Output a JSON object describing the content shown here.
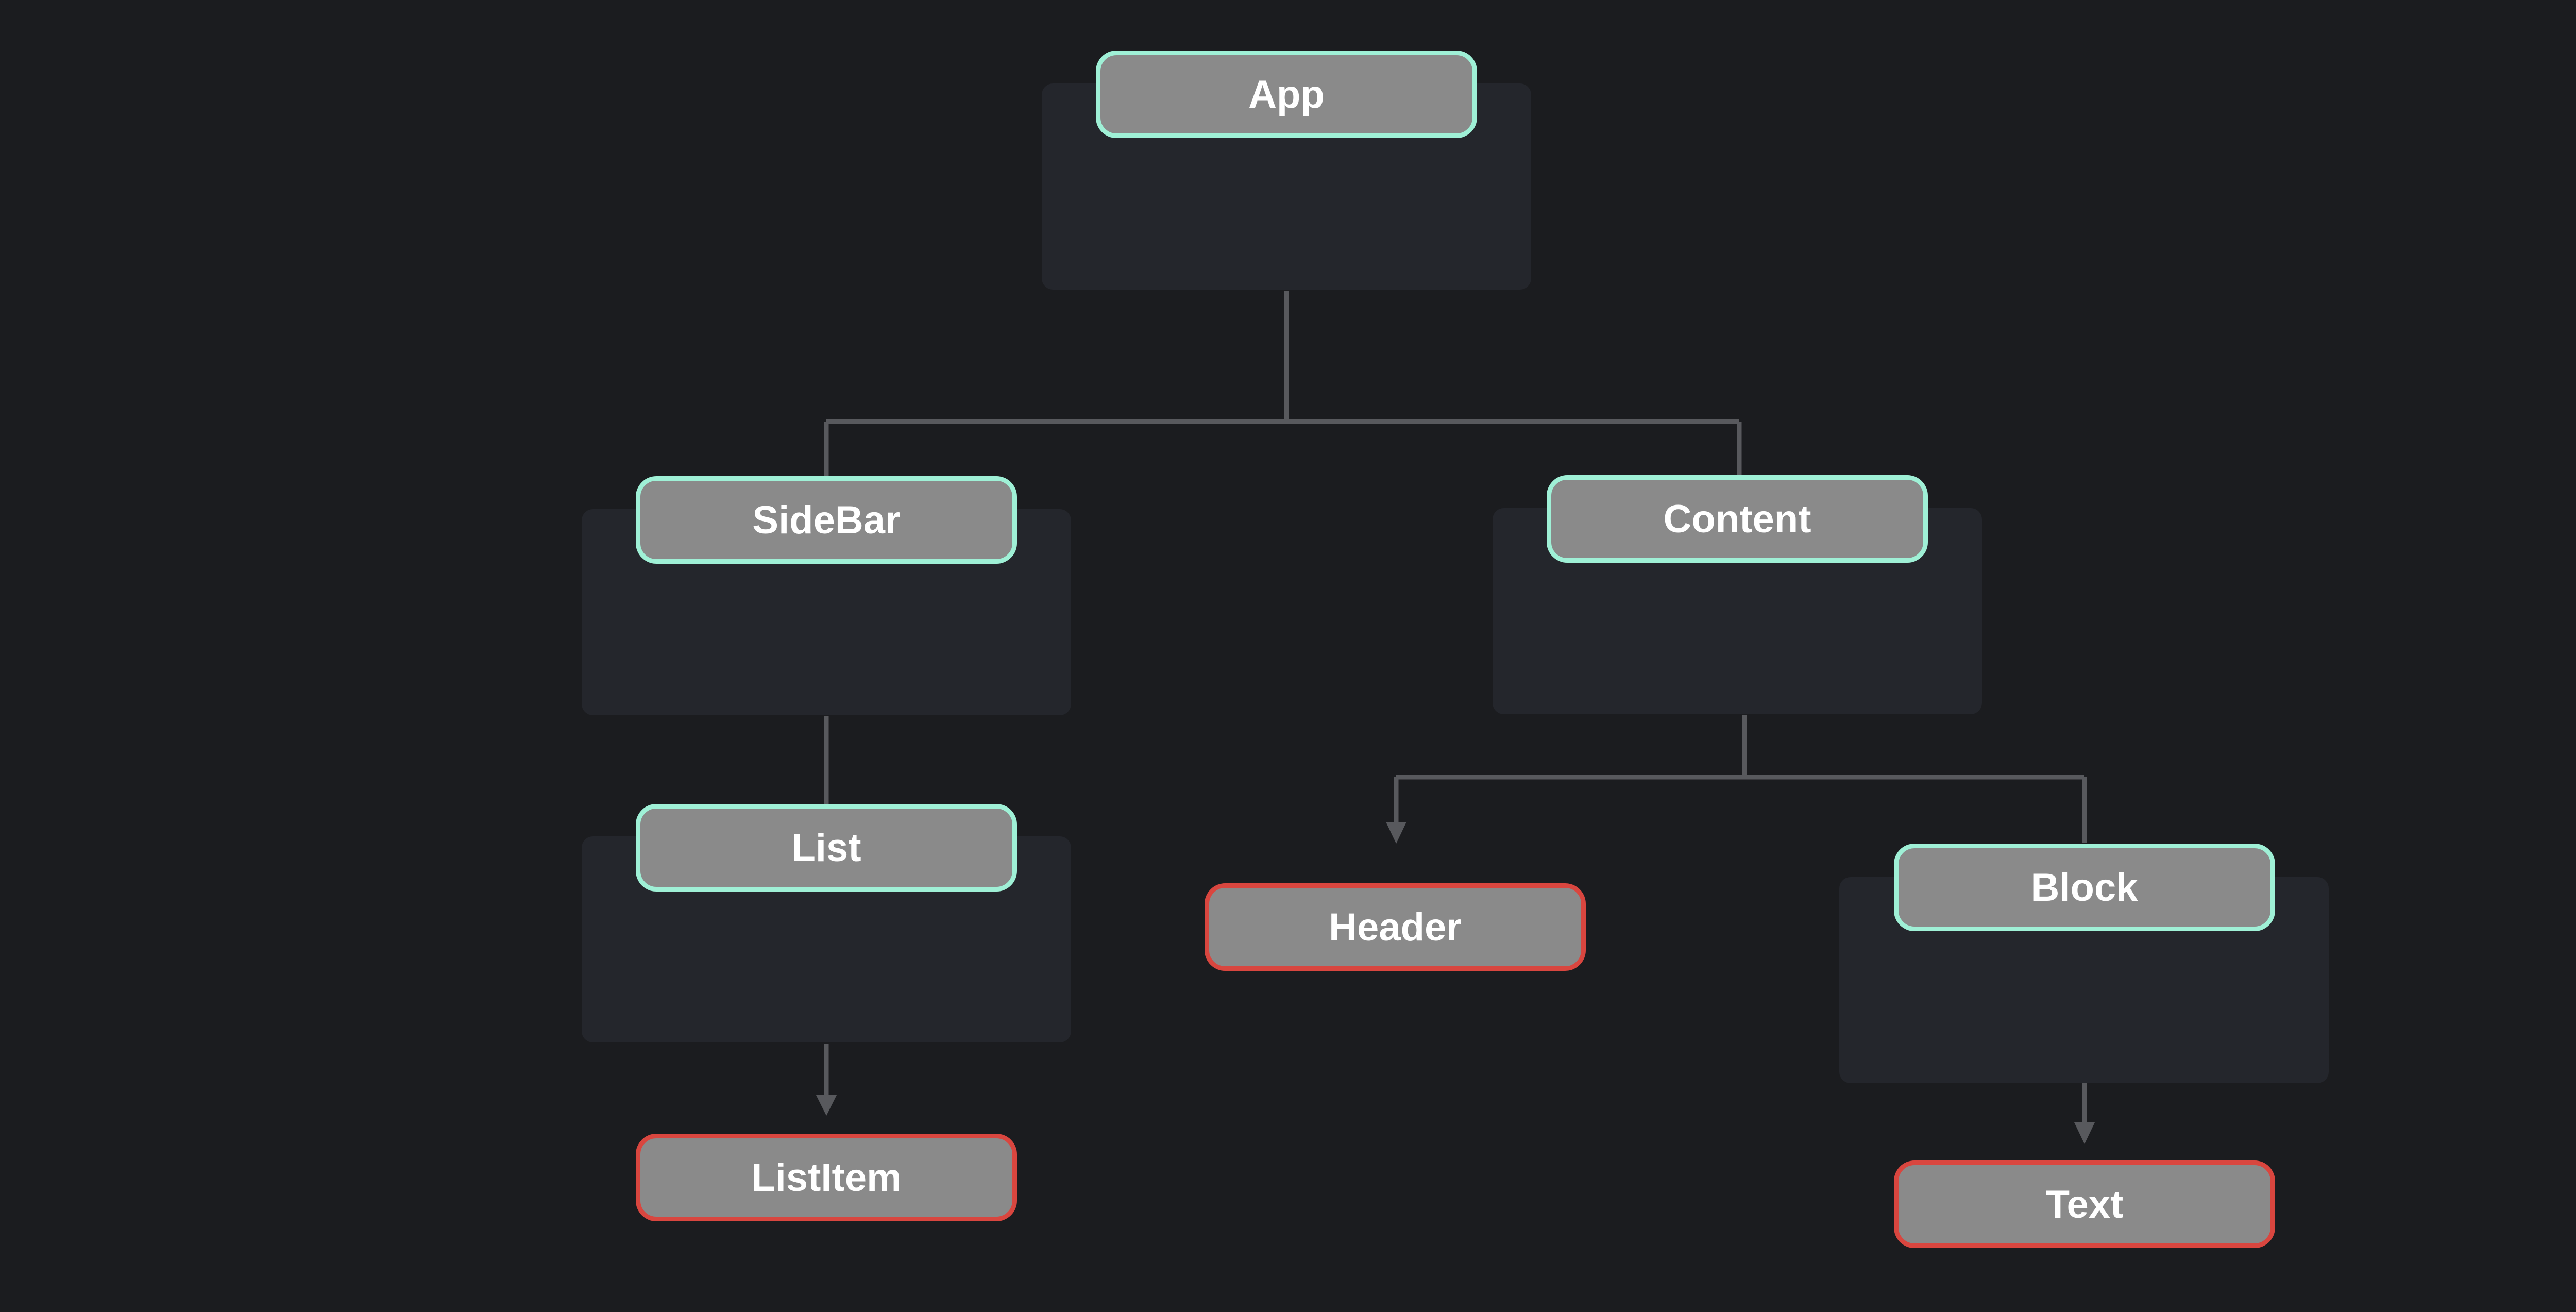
{
  "diagram": {
    "nodes": [
      {
        "id": "app",
        "label": "App",
        "kind": "container"
      },
      {
        "id": "sidebar",
        "label": "SideBar",
        "kind": "container"
      },
      {
        "id": "content",
        "label": "Content",
        "kind": "container"
      },
      {
        "id": "list",
        "label": "List",
        "kind": "container"
      },
      {
        "id": "header",
        "label": "Header",
        "kind": "leaf"
      },
      {
        "id": "block",
        "label": "Block",
        "kind": "container"
      },
      {
        "id": "listitem",
        "label": "ListItem",
        "kind": "leaf"
      },
      {
        "id": "text",
        "label": "Text",
        "kind": "leaf"
      }
    ],
    "edges": [
      {
        "from": "app",
        "to": "sidebar"
      },
      {
        "from": "app",
        "to": "content"
      },
      {
        "from": "sidebar",
        "to": "list"
      },
      {
        "from": "list",
        "to": "listitem"
      },
      {
        "from": "content",
        "to": "header"
      },
      {
        "from": "content",
        "to": "block"
      },
      {
        "from": "block",
        "to": "text"
      }
    ],
    "colors": {
      "background": "#1b1c1f",
      "panel": "#24262c",
      "node_fill": "#8a8a8a",
      "container_border": "#9ff0d6",
      "leaf_border": "#d9463f",
      "connector": "#58595d",
      "label": "#ffffff"
    }
  }
}
